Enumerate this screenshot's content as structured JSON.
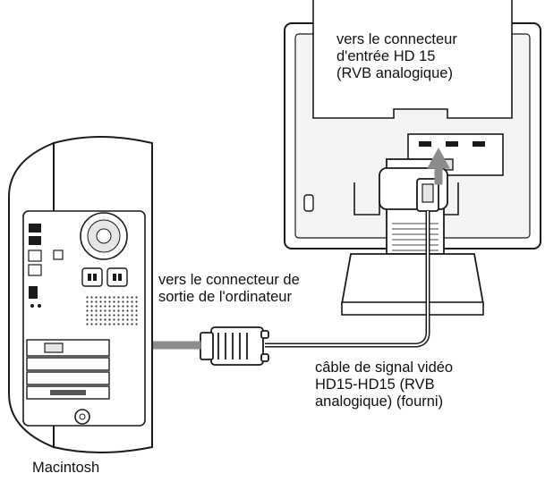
{
  "labels": {
    "input_connector": [
      "vers le connecteur",
      "d'entrée HD 15",
      "(RVB analogique)"
    ],
    "output_connector": [
      "vers le connecteur de",
      "sortie de l'ordinateur"
    ],
    "cable": [
      "câble de signal vidéo",
      "HD15-HD15 (RVB",
      "analogique) (fourni)"
    ],
    "computer": "Macintosh"
  },
  "colors": {
    "line": "#1a1a1a",
    "arrow": "#8c8c8c",
    "shade": "#555555",
    "light": "#e6e6e6",
    "background": "#ffffff"
  }
}
